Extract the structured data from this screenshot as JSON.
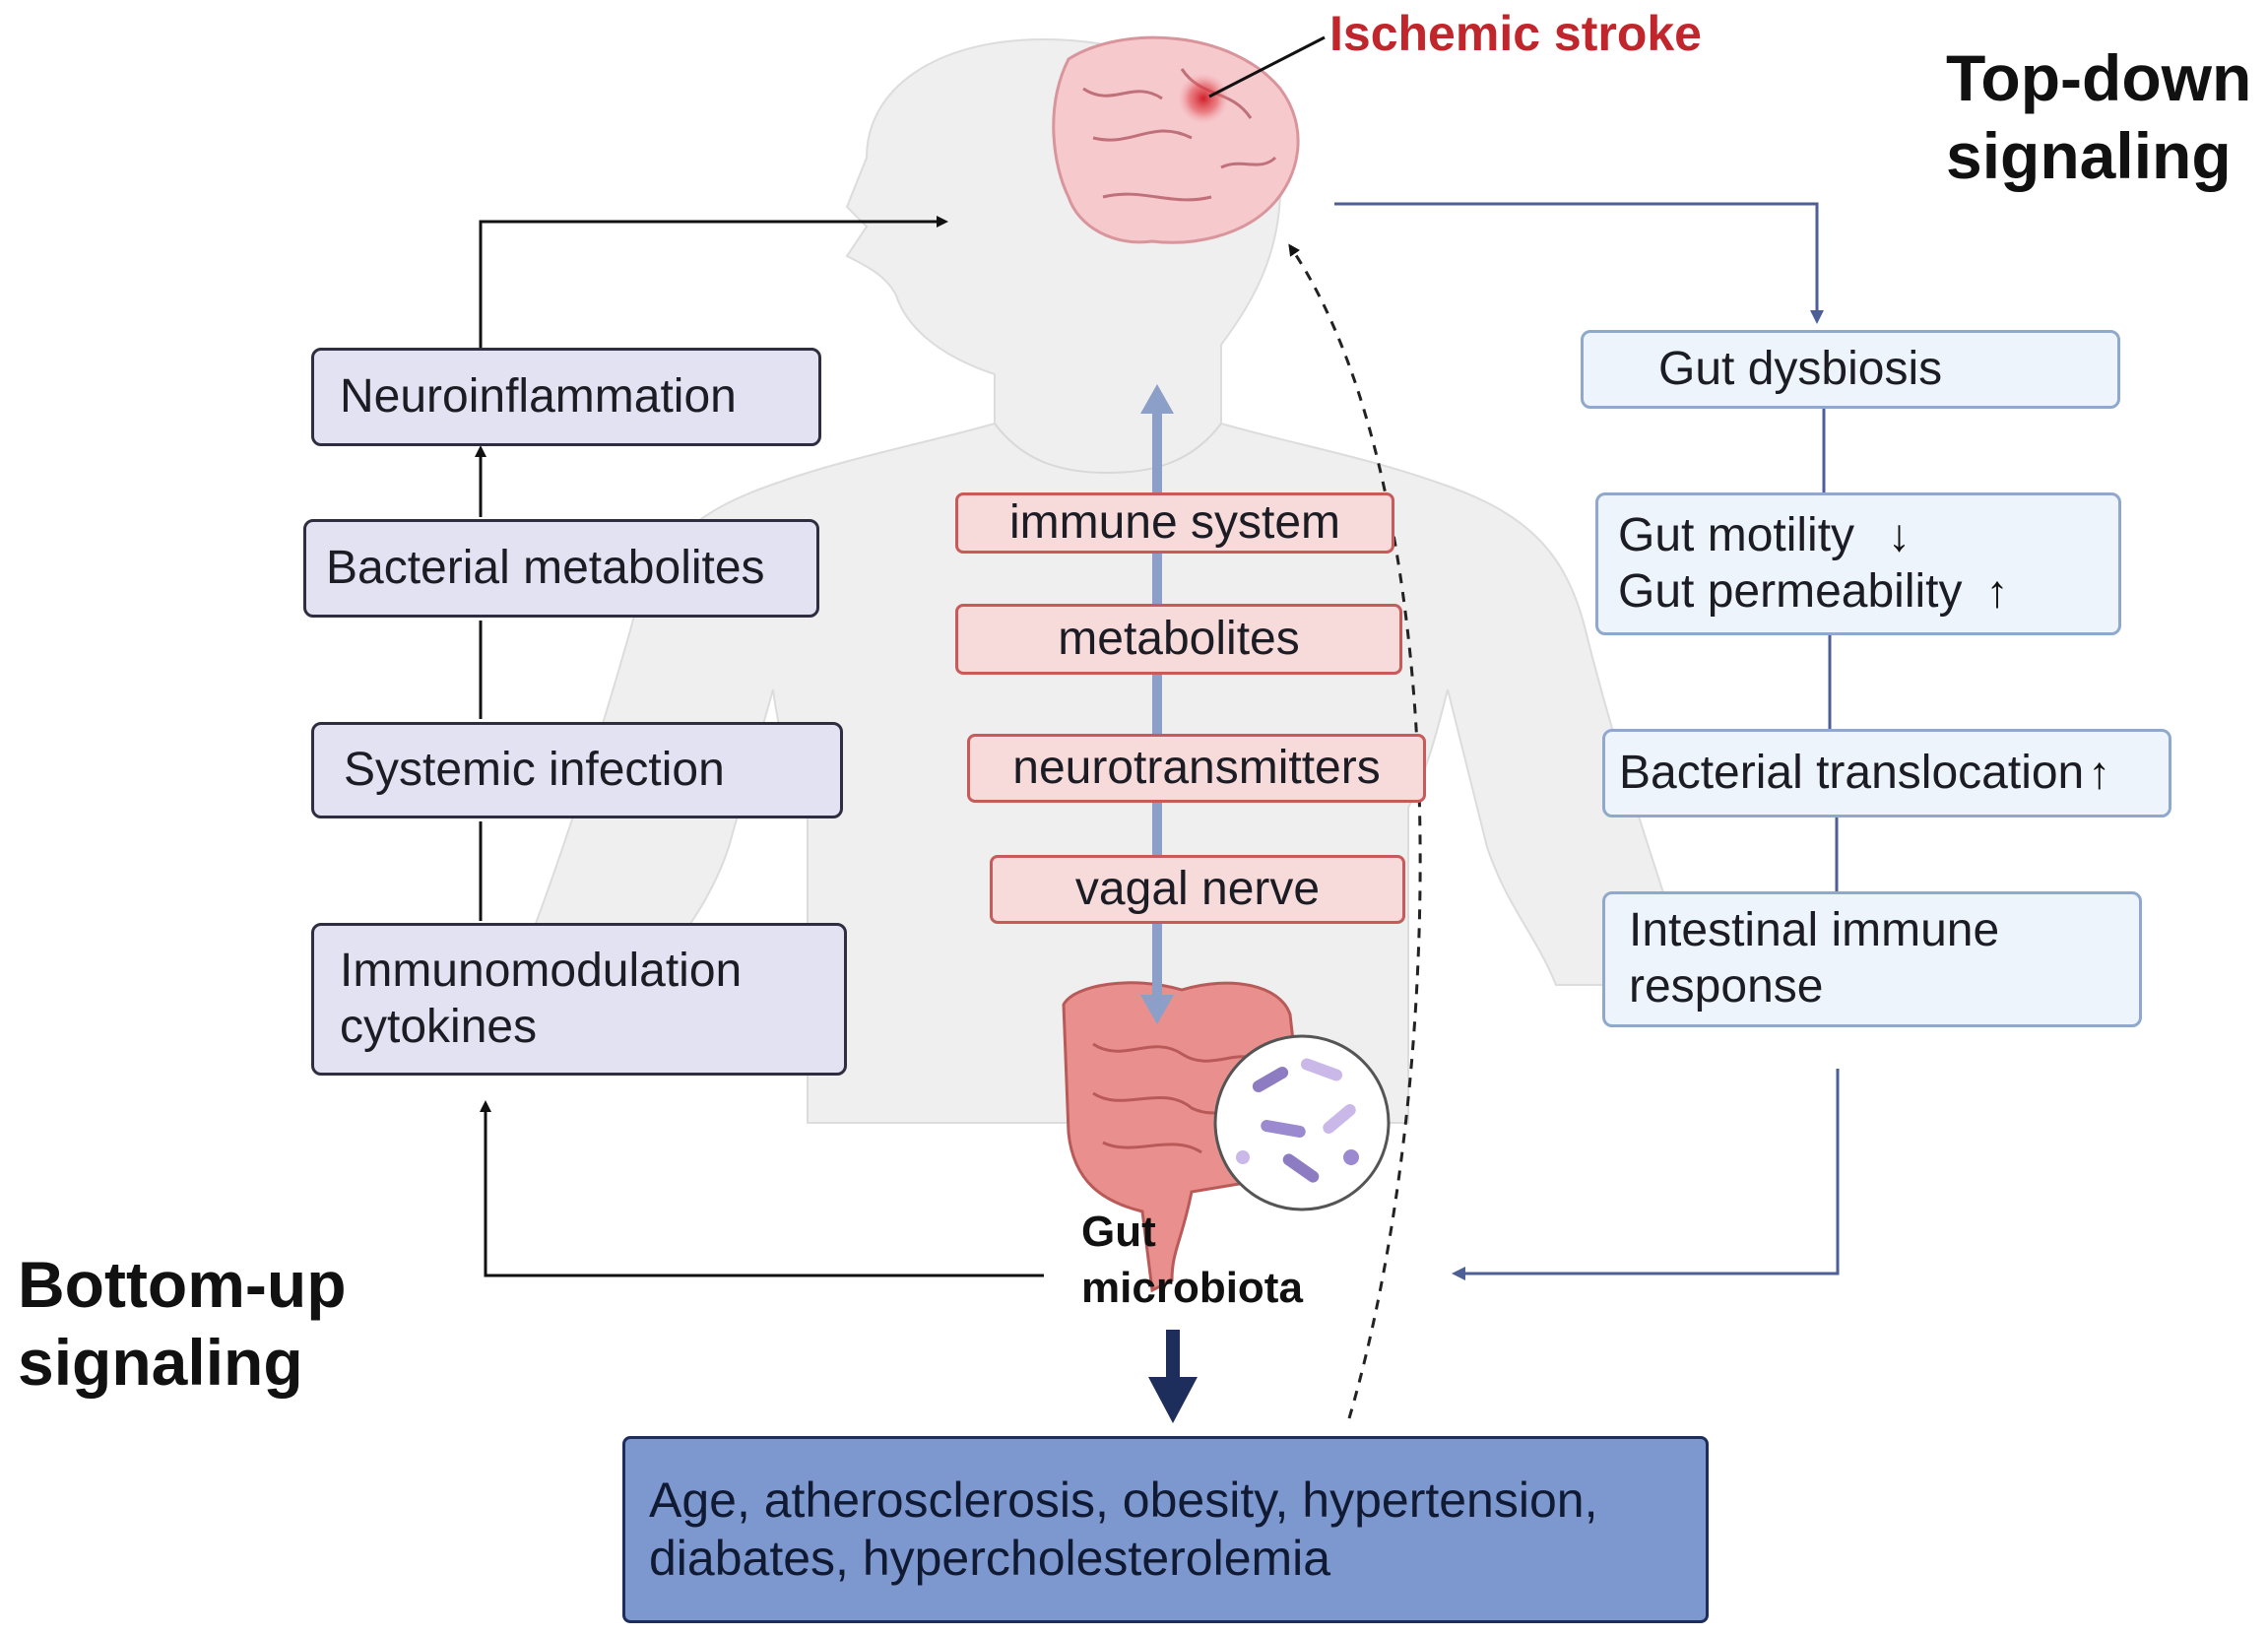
{
  "headings": {
    "top_down": [
      "Top-down",
      "signaling"
    ],
    "bottom_up": [
      "Bottom-up",
      "signaling"
    ]
  },
  "stroke_label": "Ischemic stroke",
  "gut_label": [
    "Gut",
    "microbiota"
  ],
  "left_boxes": [
    {
      "lines": [
        "Neuroinflammation"
      ]
    },
    {
      "lines": [
        "Bacterial metabolites"
      ]
    },
    {
      "lines": [
        "Systemic infection"
      ]
    },
    {
      "lines": [
        "Immunomodulation",
        "cytokines"
      ]
    }
  ],
  "center_boxes": [
    "immune system",
    "metabolites",
    "neurotransmitters",
    "vagal nerve"
  ],
  "right_boxes": [
    {
      "lines": [
        "Gut dysbiosis"
      ]
    },
    {
      "lines": [
        "Gut motility",
        "Gut permeability"
      ],
      "arrows": [
        "↓",
        "↑"
      ]
    },
    {
      "lines": [
        "Bacterial translocation"
      ],
      "arrows": [
        "↑"
      ]
    },
    {
      "lines": [
        "Intestinal immune",
        "response"
      ]
    }
  ],
  "bottom_box": [
    "Age, atherosclerosis, obesity, hypertension,",
    "diabates, hypercholesterolemia"
  ],
  "colors": {
    "stroke_red": "#c0262b",
    "left_fill": "#e3e2f2",
    "right_fill": "#eef4fc",
    "center_fill": "#f7dada",
    "bottom_fill": "#7d97cf",
    "arrow_blue": "#4d5f96"
  }
}
